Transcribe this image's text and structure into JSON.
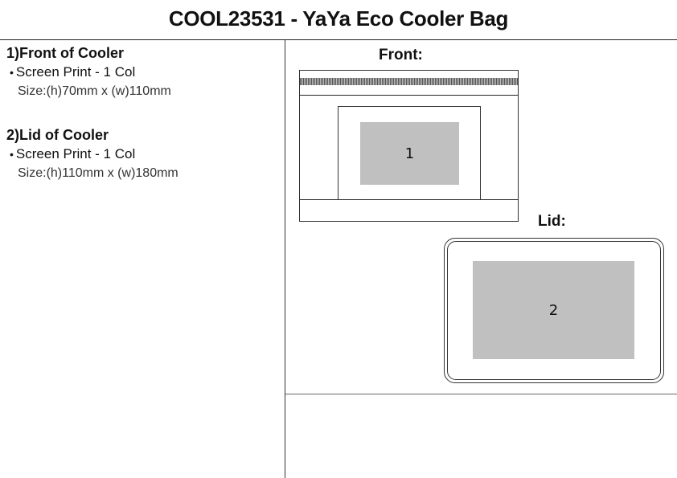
{
  "document": {
    "title": "COOL23531 - YaYa Eco Cooler Bag"
  },
  "specs": [
    {
      "title": "1)Front of Cooler",
      "bullet": "•",
      "method": "Screen Print - 1 Col",
      "size": "Size:(h)70mm x (w)110mm"
    },
    {
      "title": "2)Lid of Cooler",
      "bullet": "•",
      "method": "Screen Print - 1 Col",
      "size": "Size:(h)110mm x (w)180mm"
    }
  ],
  "diagrams": {
    "front": {
      "label": "Front:",
      "print_area_number": "1",
      "print_area_color": "#c0c0c0"
    },
    "lid": {
      "label": "Lid:",
      "print_area_number": "2",
      "print_area_color": "#c0c0c0"
    }
  }
}
